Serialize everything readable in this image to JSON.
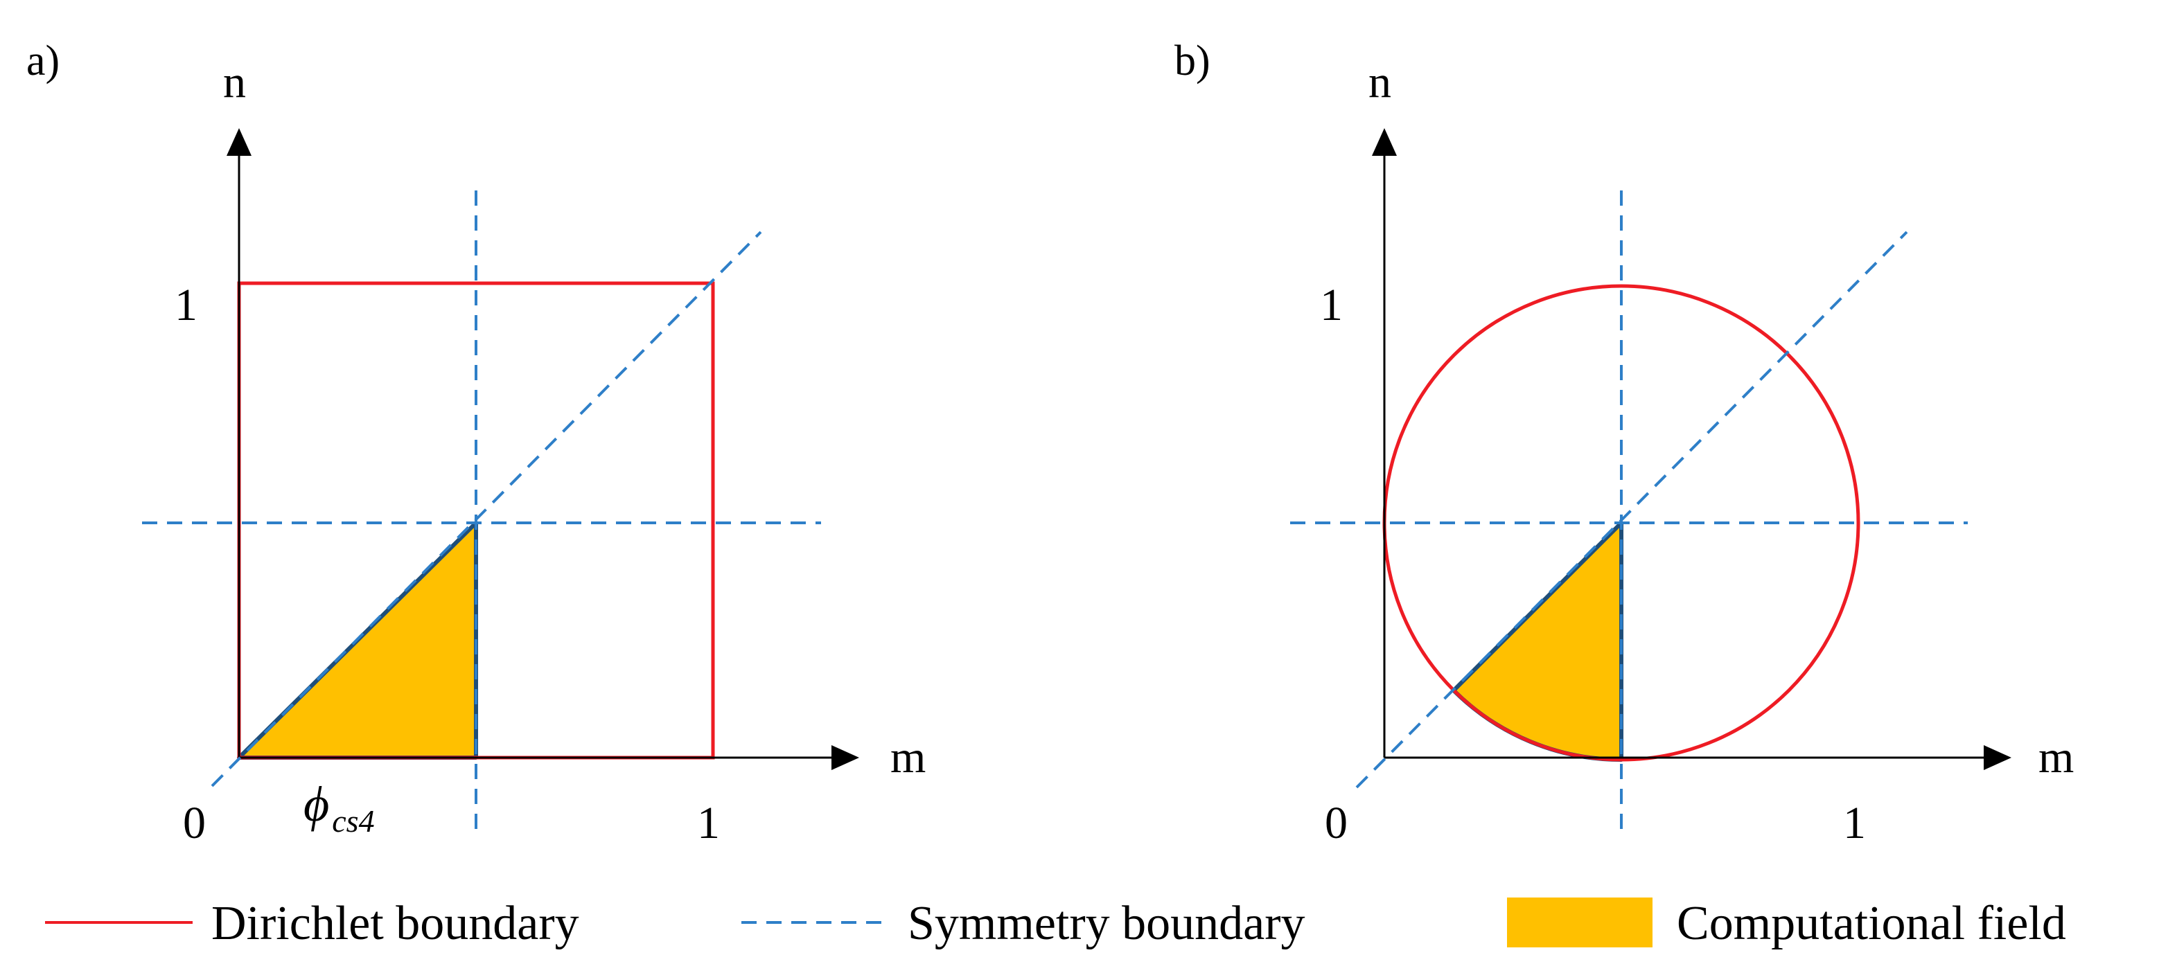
{
  "panels": [
    {
      "id": "a",
      "label": "a)",
      "axis_x_label": "m",
      "axis_y_label": "n",
      "origin_label": "0",
      "x_tick_label": "1",
      "y_tick_label": "1",
      "boundary_shape": "square",
      "field_symbol": {
        "base": "ϕ",
        "subscript": "cs4"
      }
    },
    {
      "id": "b",
      "label": "b)",
      "axis_x_label": "m",
      "axis_y_label": "n",
      "origin_label": "0",
      "x_tick_label": "1",
      "y_tick_label": "1",
      "boundary_shape": "circle"
    }
  ],
  "legend": [
    {
      "label": "Dirichlet boundary",
      "style": "solid-line",
      "color": "#ee1c24"
    },
    {
      "label": "Symmetry boundary",
      "style": "dashed-line",
      "color": "#2e7fc8"
    },
    {
      "label": "Computational field",
      "style": "filled-rect",
      "color": "#ffc000"
    }
  ],
  "colors": {
    "dirichlet": "#ee1c24",
    "symmetry": "#2e7fc8",
    "field_fill": "#ffc000",
    "field_edge": "#1f4e79",
    "axis": "#000000"
  }
}
